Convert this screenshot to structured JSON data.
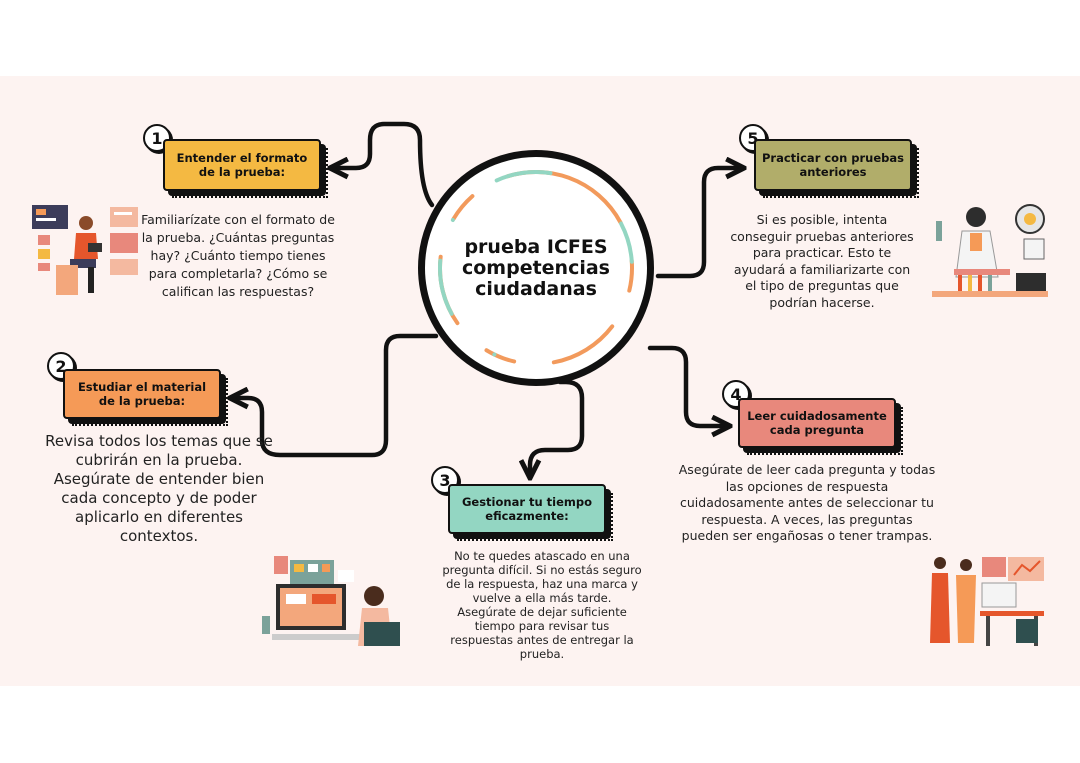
{
  "center": {
    "title": "prueba ICFES competencias ciudadanas"
  },
  "nodes": [
    {
      "number": "1",
      "title": "Entender el formato de la prueba:",
      "color": "#f4b942",
      "description": "Familiarízate con el formato de la prueba. ¿Cuántas preguntas hay? ¿Cuánto tiempo tienes para completarla? ¿Cómo se califican las respuestas?"
    },
    {
      "number": "2",
      "title": "Estudiar el material de la prueba:",
      "color": "#f59a57",
      "description": "Revisa todos los temas que se cubrirán en la prueba. Asegúrate de entender bien cada concepto y de poder aplicarlo en diferentes contextos."
    },
    {
      "number": "3",
      "title": "Gestionar tu tiempo eficazmente:",
      "color": "#93d6c2",
      "description": "No te quedes atascado en una pregunta difícil. Si no estás seguro de la respuesta, haz una marca y vuelve a ella más tarde. Asegúrate de dejar suficiente tiempo para revisar tus respuestas antes de entregar la prueba."
    },
    {
      "number": "4",
      "title": "Leer cuidadosamente cada pregunta",
      "color": "#e8887c",
      "description": "Asegúrate de leer cada pregunta y todas las opciones de respuesta cuidadosamente antes de seleccionar tu respuesta. A veces, las preguntas pueden ser engañosas o tener trampas."
    },
    {
      "number": "5",
      "title": "Practicar con pruebas anteriores",
      "color": "#b1ad6a",
      "description": "Si es posible, intenta conseguir pruebas anteriores para practicar. Esto te ayudará a familiarizarte con el tipo de preguntas que podrían hacerse."
    }
  ],
  "colors": {
    "background": "#fdf3f1",
    "ring_orange": "#f29a5c",
    "ring_teal": "#93d6c2",
    "line": "#111111"
  }
}
